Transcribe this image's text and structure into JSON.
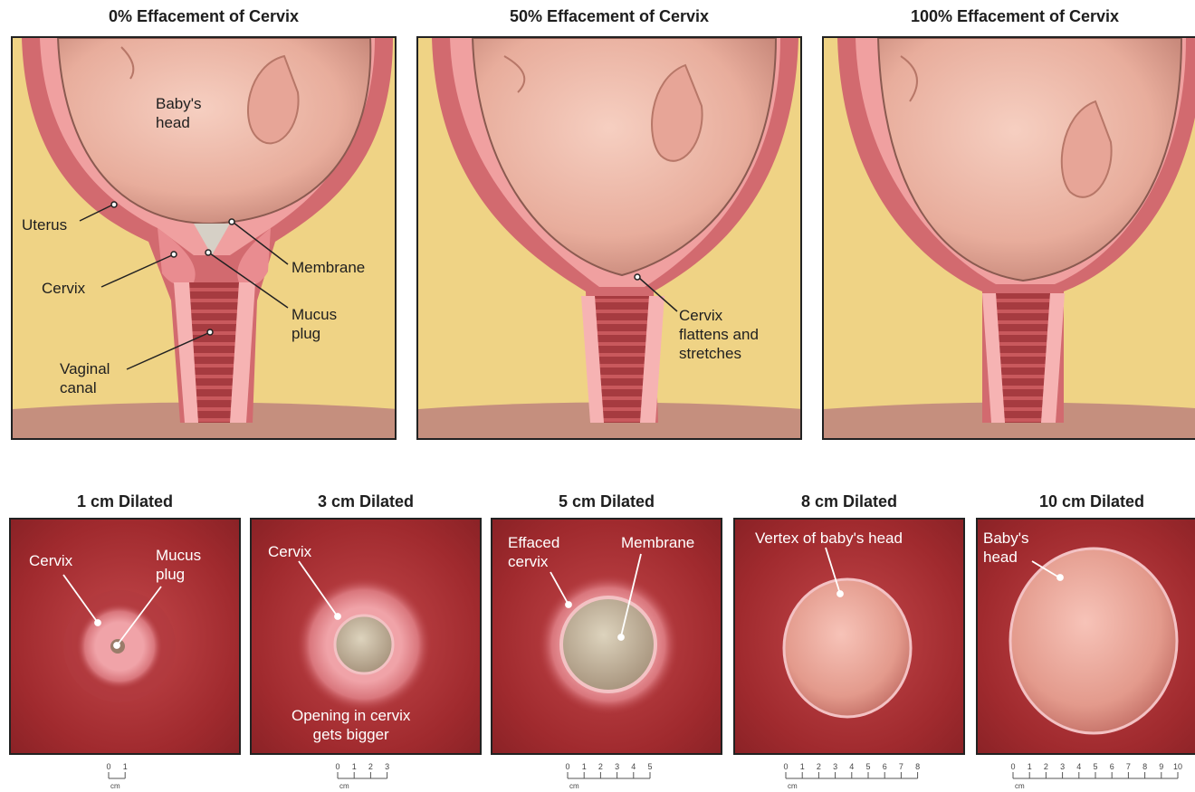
{
  "effacement": [
    {
      "title": "0% Effacement of Cervix",
      "labels": {
        "head": "Baby's\nhead",
        "uterus": "Uterus",
        "membrane": "Membrane",
        "cervix": "Cervix",
        "mucus": "Mucus\nplug",
        "vaginal": "Vaginal\ncanal"
      }
    },
    {
      "title": "50% Effacement of Cervix",
      "labels": {
        "cervix_flat": "Cervix\nflattens and\nstretches"
      }
    },
    {
      "title": "100% Effacement of Cervix",
      "labels": {}
    }
  ],
  "dilation": [
    {
      "title": "1 cm Dilated",
      "scale_max": 1,
      "scale_unit": "cm",
      "labels": {
        "cervix": "Cervix",
        "mucus": "Mucus\nplug"
      }
    },
    {
      "title": "3 cm Dilated",
      "scale_max": 3,
      "scale_unit": "cm",
      "labels": {
        "cervix": "Cervix",
        "opening": "Opening in cervix\ngets bigger"
      }
    },
    {
      "title": "5 cm Dilated",
      "scale_max": 5,
      "scale_unit": "cm",
      "labels": {
        "effaced": "Effaced\ncervix",
        "membrane": "Membrane"
      }
    },
    {
      "title": "8 cm Dilated",
      "scale_max": 8,
      "scale_unit": "cm",
      "labels": {
        "vertex": "Vertex of baby's head"
      }
    },
    {
      "title": "10 cm Dilated",
      "scale_max": 10,
      "scale_unit": "cm",
      "labels": {
        "head": "Baby's\nhead"
      }
    }
  ],
  "colors": {
    "fat": "#efd385",
    "uterus_wall": "#d26a6f",
    "uterus_inner": "#f0a0a0",
    "skin": "#eeb8a6",
    "dilation_bg": "#a52a2d",
    "membrane": "#c9bda5"
  }
}
